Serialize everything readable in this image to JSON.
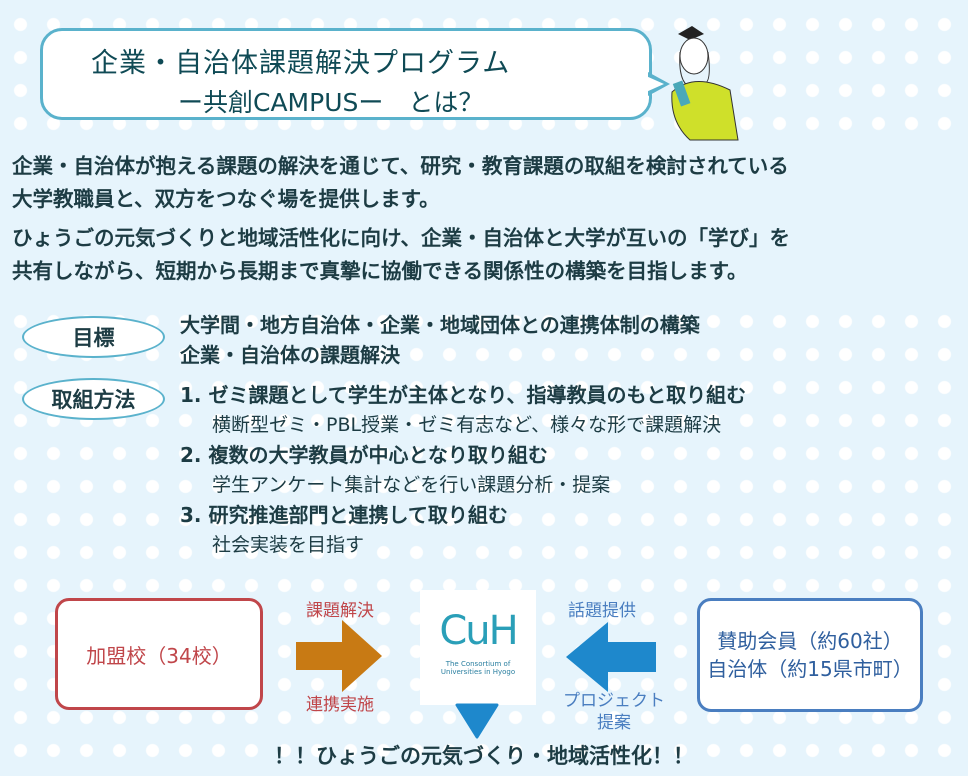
{
  "header": {
    "title": "企業・自治体課題解決プログラム",
    "subtitle": "ー共創CAMPUSー　とは？"
  },
  "intro": [
    "企業・自治体が抱える課題の解決を通じて、研究・教育課題の取組を検討されている",
    "大学教職員と、双方をつなぐ場を提供します。",
    "ひょうごの元気づくりと地域活性化に向け、企業・自治体と大学が互いの「学び」を",
    "共有しながら、短期から長期まで真摯に協働できる関係性の構築を目指します。"
  ],
  "goal": {
    "label": "目標",
    "items": [
      "大学間・地方自治体・企業・地域団体との連携体制の構築",
      "企業・自治体の課題解決"
    ]
  },
  "method": {
    "label": "取組方法",
    "items": [
      {
        "title": "1. ゼミ課題として学生が主体となり、指導教員のもと取り組む",
        "sub": "横断型ゼミ・PBL授業・ゼミ有志など、様々な形で課題解決"
      },
      {
        "title": "2. 複数の大学教員が中心となり取り組む",
        "sub": "学生アンケート集計などを行い課題分析・提案"
      },
      {
        "title": "3. 研究推進部門と連携して取り組む",
        "sub": "社会実装を目指す"
      }
    ]
  },
  "diagram": {
    "left_box": "加盟校（34校）",
    "left_top": "課題解決",
    "left_bottom": "連携実施",
    "logo_mark": "CuH",
    "logo_text": [
      "The Consortium of",
      "Universities in Hyogo"
    ],
    "right_top": "話題提供",
    "right_bottom": [
      "プロジェクト",
      "提案"
    ],
    "right_box": [
      "賛助会員（約60社）",
      "自治体（約15県市町）"
    ]
  },
  "footer": "！！ひょうごの元気づくり・地域活性化！！",
  "colors": {
    "red": "#c0464a",
    "blue": "#4a7ec0",
    "orange": "#c87a14",
    "arrow_blue": "#1e88cc"
  }
}
